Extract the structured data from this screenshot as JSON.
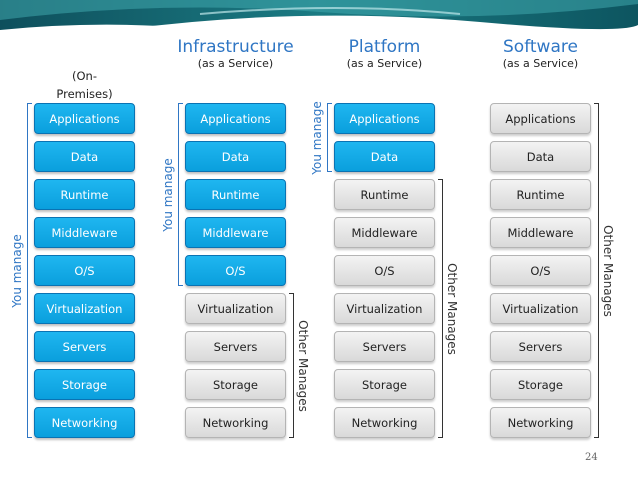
{
  "columns": [
    {
      "title_main": "",
      "title_sub": "(On-\nPremises)",
      "layers": [
        {
          "label": "Applications",
          "managed_by": "you"
        },
        {
          "label": "Data",
          "managed_by": "you"
        },
        {
          "label": "Runtime",
          "managed_by": "you"
        },
        {
          "label": "Middleware",
          "managed_by": "you"
        },
        {
          "label": "O/S",
          "managed_by": "you"
        },
        {
          "label": "Virtualization",
          "managed_by": "you"
        },
        {
          "label": "Servers",
          "managed_by": "you"
        },
        {
          "label": "Storage",
          "managed_by": "you"
        },
        {
          "label": "Networking",
          "managed_by": "you"
        }
      ],
      "you_manage_label": "You manage",
      "other_manages_label": ""
    },
    {
      "title_main": "Infrastructure",
      "title_sub": "(as a Service)",
      "layers": [
        {
          "label": "Applications",
          "managed_by": "you"
        },
        {
          "label": "Data",
          "managed_by": "you"
        },
        {
          "label": "Runtime",
          "managed_by": "you"
        },
        {
          "label": "Middleware",
          "managed_by": "you"
        },
        {
          "label": "O/S",
          "managed_by": "you"
        },
        {
          "label": "Virtualization",
          "managed_by": "other"
        },
        {
          "label": "Servers",
          "managed_by": "other"
        },
        {
          "label": "Storage",
          "managed_by": "other"
        },
        {
          "label": "Networking",
          "managed_by": "other"
        }
      ],
      "you_manage_label": "You manage",
      "other_manages_label": "Other Manages"
    },
    {
      "title_main": "Platform",
      "title_sub": "(as a Service)",
      "layers": [
        {
          "label": "Applications",
          "managed_by": "you"
        },
        {
          "label": "Data",
          "managed_by": "you"
        },
        {
          "label": "Runtime",
          "managed_by": "other"
        },
        {
          "label": "Middleware",
          "managed_by": "other"
        },
        {
          "label": "O/S",
          "managed_by": "other"
        },
        {
          "label": "Virtualization",
          "managed_by": "other"
        },
        {
          "label": "Servers",
          "managed_by": "other"
        },
        {
          "label": "Storage",
          "managed_by": "other"
        },
        {
          "label": "Networking",
          "managed_by": "other"
        }
      ],
      "you_manage_label": "You manage",
      "other_manages_label": "Other Manages"
    },
    {
      "title_main": "Software",
      "title_sub": "(as a Service)",
      "layers": [
        {
          "label": "Applications",
          "managed_by": "other"
        },
        {
          "label": "Data",
          "managed_by": "other"
        },
        {
          "label": "Runtime",
          "managed_by": "other"
        },
        {
          "label": "Middleware",
          "managed_by": "other"
        },
        {
          "label": "O/S",
          "managed_by": "other"
        },
        {
          "label": "Virtualization",
          "managed_by": "other"
        },
        {
          "label": "Servers",
          "managed_by": "other"
        },
        {
          "label": "Storage",
          "managed_by": "other"
        },
        {
          "label": "Networking",
          "managed_by": "other"
        }
      ],
      "you_manage_label": "",
      "other_manages_label": "Other Manages"
    }
  ],
  "page_number": "24",
  "colors": {
    "you_manage": "#0aa6e6",
    "other_manages": "#e0e0e0",
    "title_blue": "#2f76c4"
  }
}
